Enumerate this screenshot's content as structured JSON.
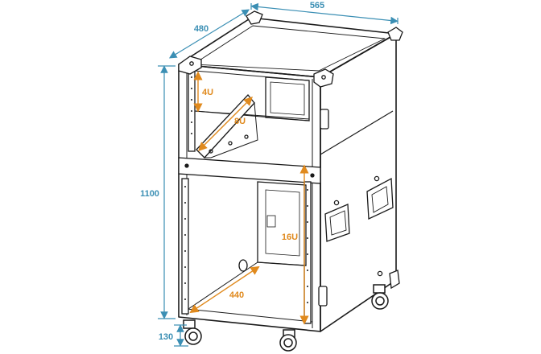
{
  "dimensions": {
    "width": "565",
    "depth": "480",
    "height": "1100",
    "wheel_height": "130"
  },
  "rack_labels": {
    "top_rack": "4U",
    "slant_rack": "8U",
    "main_rack": "16U",
    "inner_width": "440"
  },
  "colors": {
    "outline": "#1a1a1a",
    "dimension_blue": "#3b8fb4",
    "dimension_orange": "#e08a1e"
  }
}
